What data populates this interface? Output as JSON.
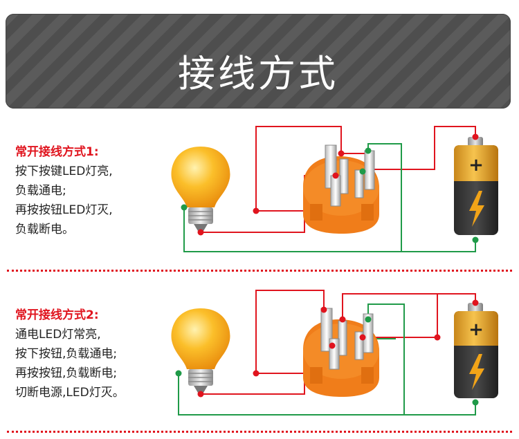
{
  "banner": {
    "title": "接线方式"
  },
  "modes": [
    {
      "heading": "常开接线方式1:",
      "lines": [
        "按下按键LED灯亮,",
        "负载通电;",
        "再按按钮LED灯灭,",
        "负载断电。"
      ]
    },
    {
      "heading": "常开接线方式2:",
      "lines": [
        "通电LED灯常亮,",
        "按下按钮,负载通电;",
        "再按按钮,负载断电;",
        "切断电源,LED灯灭。"
      ]
    }
  ],
  "colors": {
    "wire_red": "#e0141e",
    "wire_green": "#1f9a48",
    "switch_body": "#f07d1a",
    "bulb": "#f8b320"
  },
  "icons": [
    "light-bulb-icon",
    "push-switch-icon",
    "battery-icon",
    "lightning-icon"
  ]
}
